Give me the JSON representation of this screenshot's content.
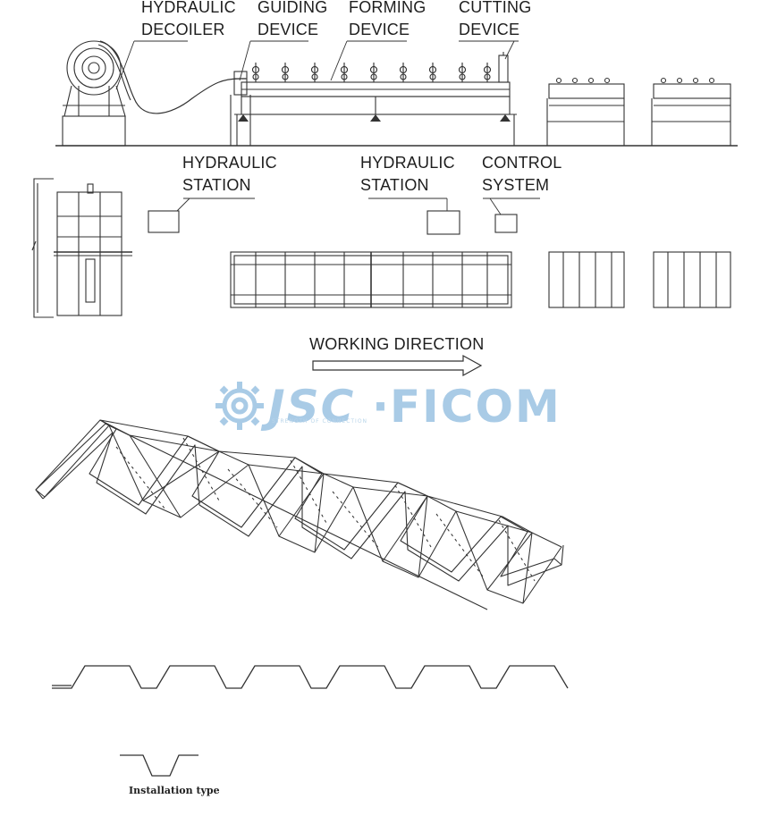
{
  "labels": {
    "hydraulic_decoiler": [
      "HYDRAULIC",
      "DECOILER"
    ],
    "guiding_device": [
      "GUIDING",
      "DEVICE"
    ],
    "forming_device": [
      "FORMING",
      "DEVICE"
    ],
    "cutting_device": [
      "CUTTING",
      "DEVICE"
    ],
    "hydraulic_station_1": [
      "HYDRAULIC",
      "STATION"
    ],
    "hydraulic_station_2": [
      "HYDRAULIC",
      "STATION"
    ],
    "control_system": [
      "CONTROL",
      "SYSTEM"
    ],
    "working_direction": "WORKING DIRECTION"
  },
  "logo": {
    "left": "JSC",
    "separator": "·",
    "right": "FICOM",
    "tagline": "STRENGTH OF CONNECTION"
  },
  "caption": "Installation type",
  "colors": {
    "line": "#333333",
    "logo": "#a9cbe6"
  }
}
